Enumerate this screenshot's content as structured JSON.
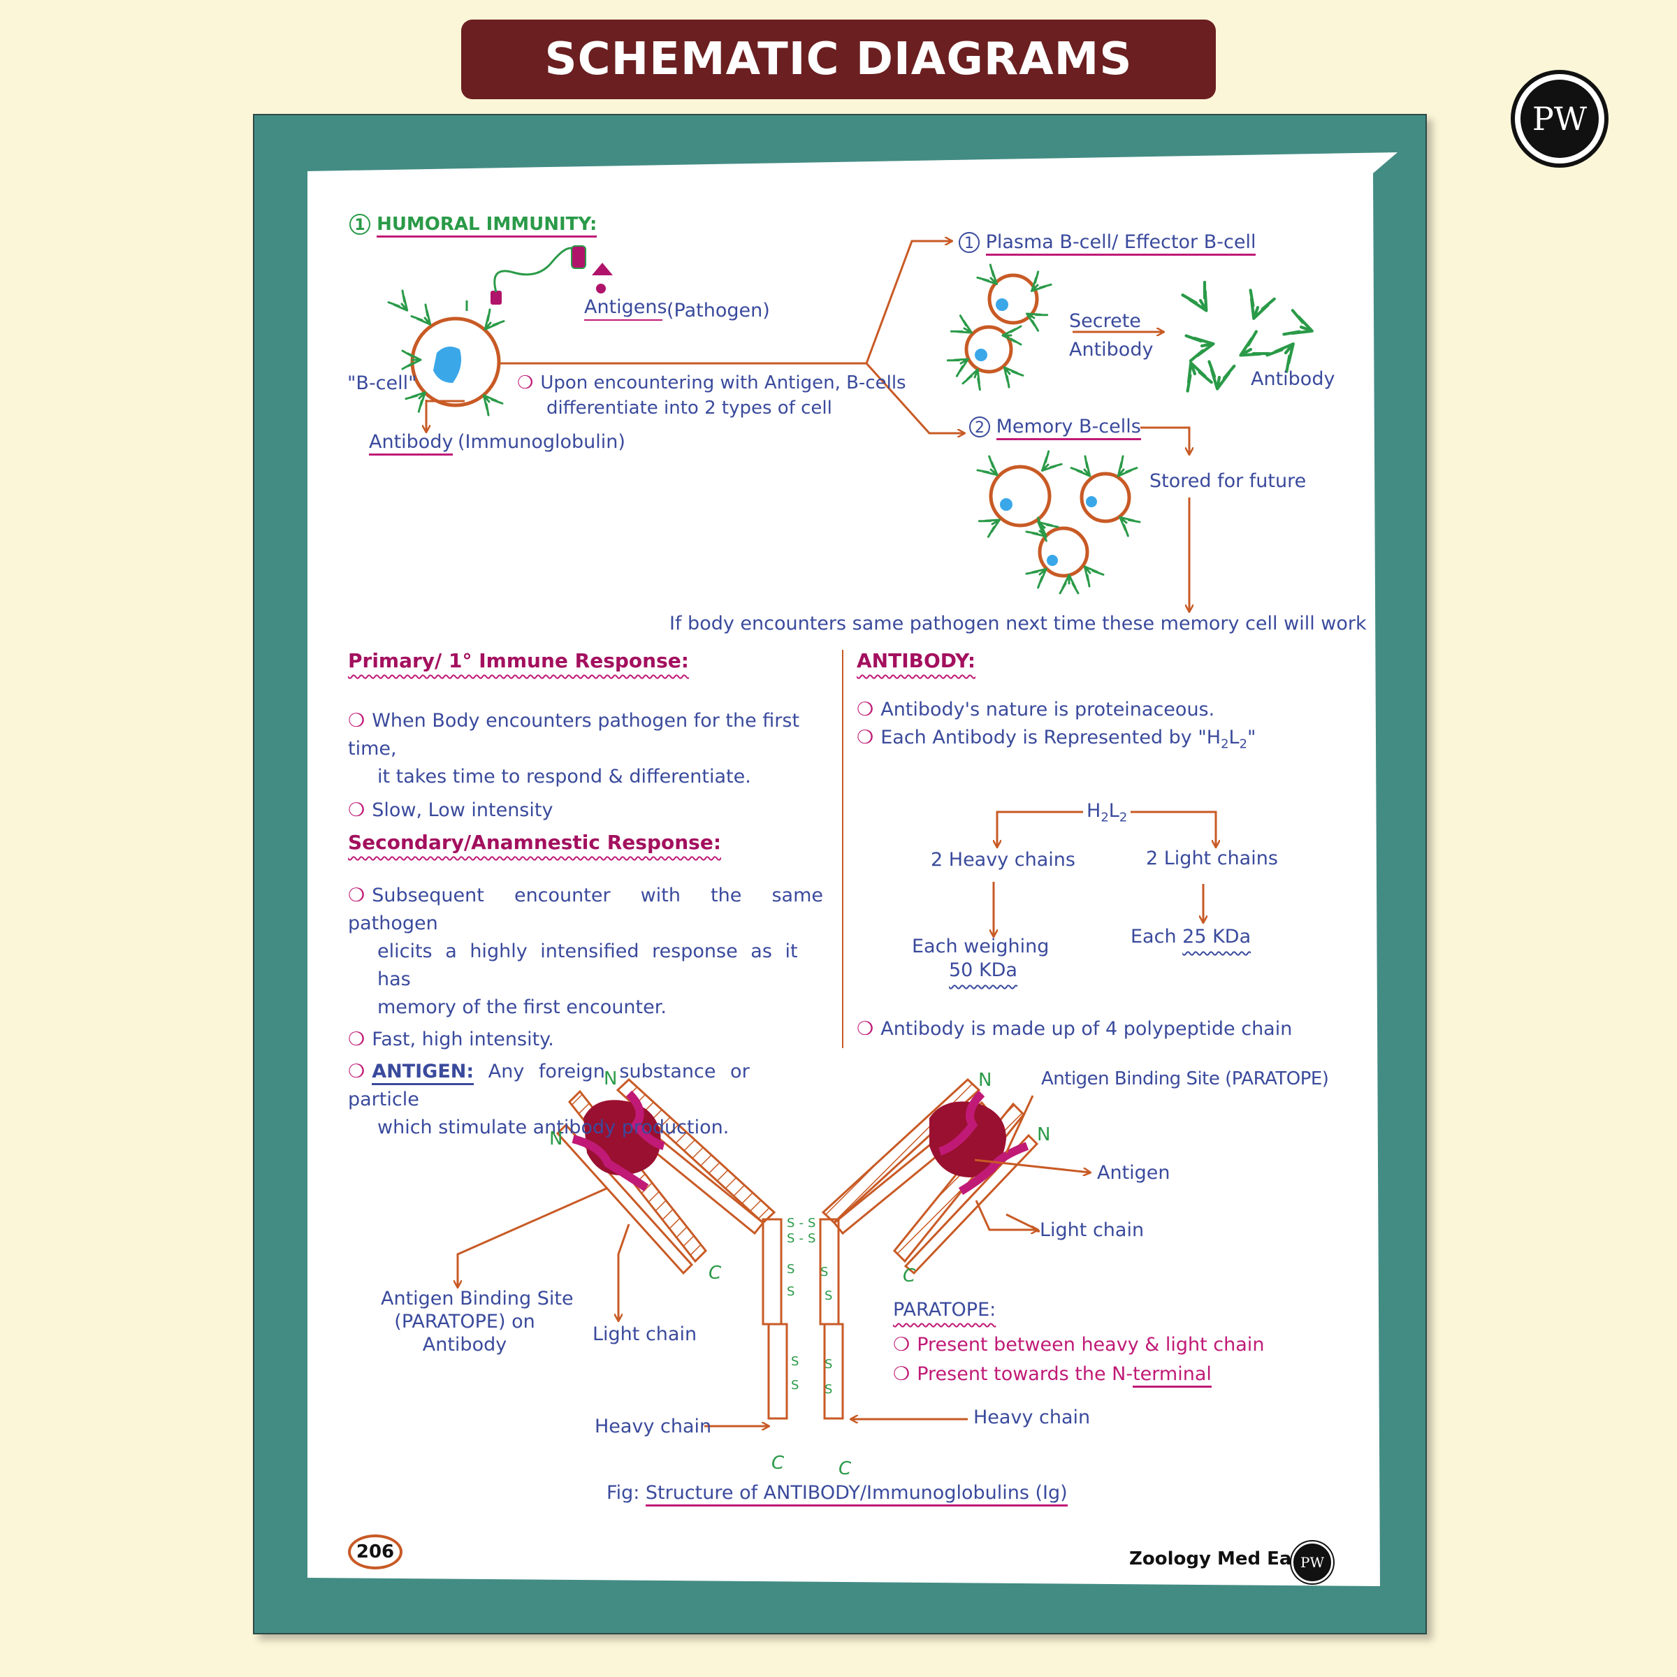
{
  "header": {
    "title": "SCHEMATIC DIAGRAMS",
    "logo_text": "PW"
  },
  "humoral": {
    "num": "1",
    "title": "HUMORAL IMMUNITY:",
    "antigens": "Antigens",
    "pathogen": "(Pathogen)",
    "bcell": "\"B-cell\"",
    "antibody": "Antibody",
    "immunoglobulin": "(Immunoglobulin)",
    "note_1": "Upon encountering with Antigen, B-cells",
    "note_2": "differentiate into 2 types of cell"
  },
  "plasma": {
    "num": "1",
    "title": "Plasma B-cell/ Effector B-cell",
    "secrete_1": "Secrete",
    "secrete_2": "Antibody",
    "antibody": "Antibody"
  },
  "memory": {
    "num": "2",
    "title": "Memory B-cells",
    "stored": "Stored  for future",
    "note": "If body encounters same pathogen next time these memory cell will work"
  },
  "primary": {
    "title": "Primary/ 1° Immune Response:",
    "b1_l1": "When Body encounters pathogen for the first time,",
    "b1_l2": "it takes time to respond & differentiate.",
    "b2": "Slow, Low intensity"
  },
  "secondary": {
    "title": "Secondary/Anamnestic Response:",
    "b1_l1": "Subsequent encounter with the same pathogen",
    "b1_l2": "elicits a highly intensified response as it has",
    "b1_l3": "memory of the first encounter.",
    "b2": "Fast, high intensity.",
    "b3_label": "ANTIGEN:",
    "b3_l1": " Any foreign substance or particle",
    "b3_l2": "which stimulate antibody production."
  },
  "antibody": {
    "title": "ANTIBODY:",
    "b1": "Antibody's nature is proteinaceous.",
    "b2_pre": "Each Antibody is Represented by \"H",
    "sub2": "2",
    "b2_mid": "L",
    "b2_post": "\"",
    "tree_h": "H",
    "tree_l": "L",
    "heavy": "2 Heavy chains",
    "light": "2 Light chains",
    "heavy_w1": "Each weighing",
    "heavy_w2": "50 KDa",
    "light_w_pre": "Each ",
    "light_w": "25 KDa",
    "b3": "Antibody is made up of 4 polypeptide chain"
  },
  "figure": {
    "n": "N",
    "c": "C",
    "s": "S",
    "paratope_right": "Antigen Binding Site (PARATOPE)",
    "antigen": "Antigen",
    "light_right": "Light chain",
    "paratope_left_1": "Antigen Binding Site",
    "paratope_left_2": "(PARATOPE) on",
    "paratope_left_3": "Antibody",
    "light_left": "Light chain",
    "heavy_left": "Heavy chain",
    "heavy_right": "Heavy chain",
    "paratope_title": "PARATOPE:",
    "paratope_b1": "Present between heavy & light chain",
    "paratope_b2_pre": "Present towards the N-",
    "paratope_b2_ul": "terminal",
    "caption_pre": "Fig: ",
    "caption": "Structure of ANTIBODY/Immunoglobulins (Ig)"
  },
  "footer": {
    "page": "206",
    "brand": "Zoology Med Easy",
    "logo_text": "PW"
  },
  "colors": {
    "banner": "#6b1f20",
    "frame": "#438c84",
    "blue_text": "#3a4a9c",
    "green_text": "#2a9a48",
    "magenta": "#a3105e",
    "pink": "#c01a76",
    "orange": "#c85a25",
    "cell_blue": "#3aa7e8",
    "antigen_red": "#9a1030"
  }
}
